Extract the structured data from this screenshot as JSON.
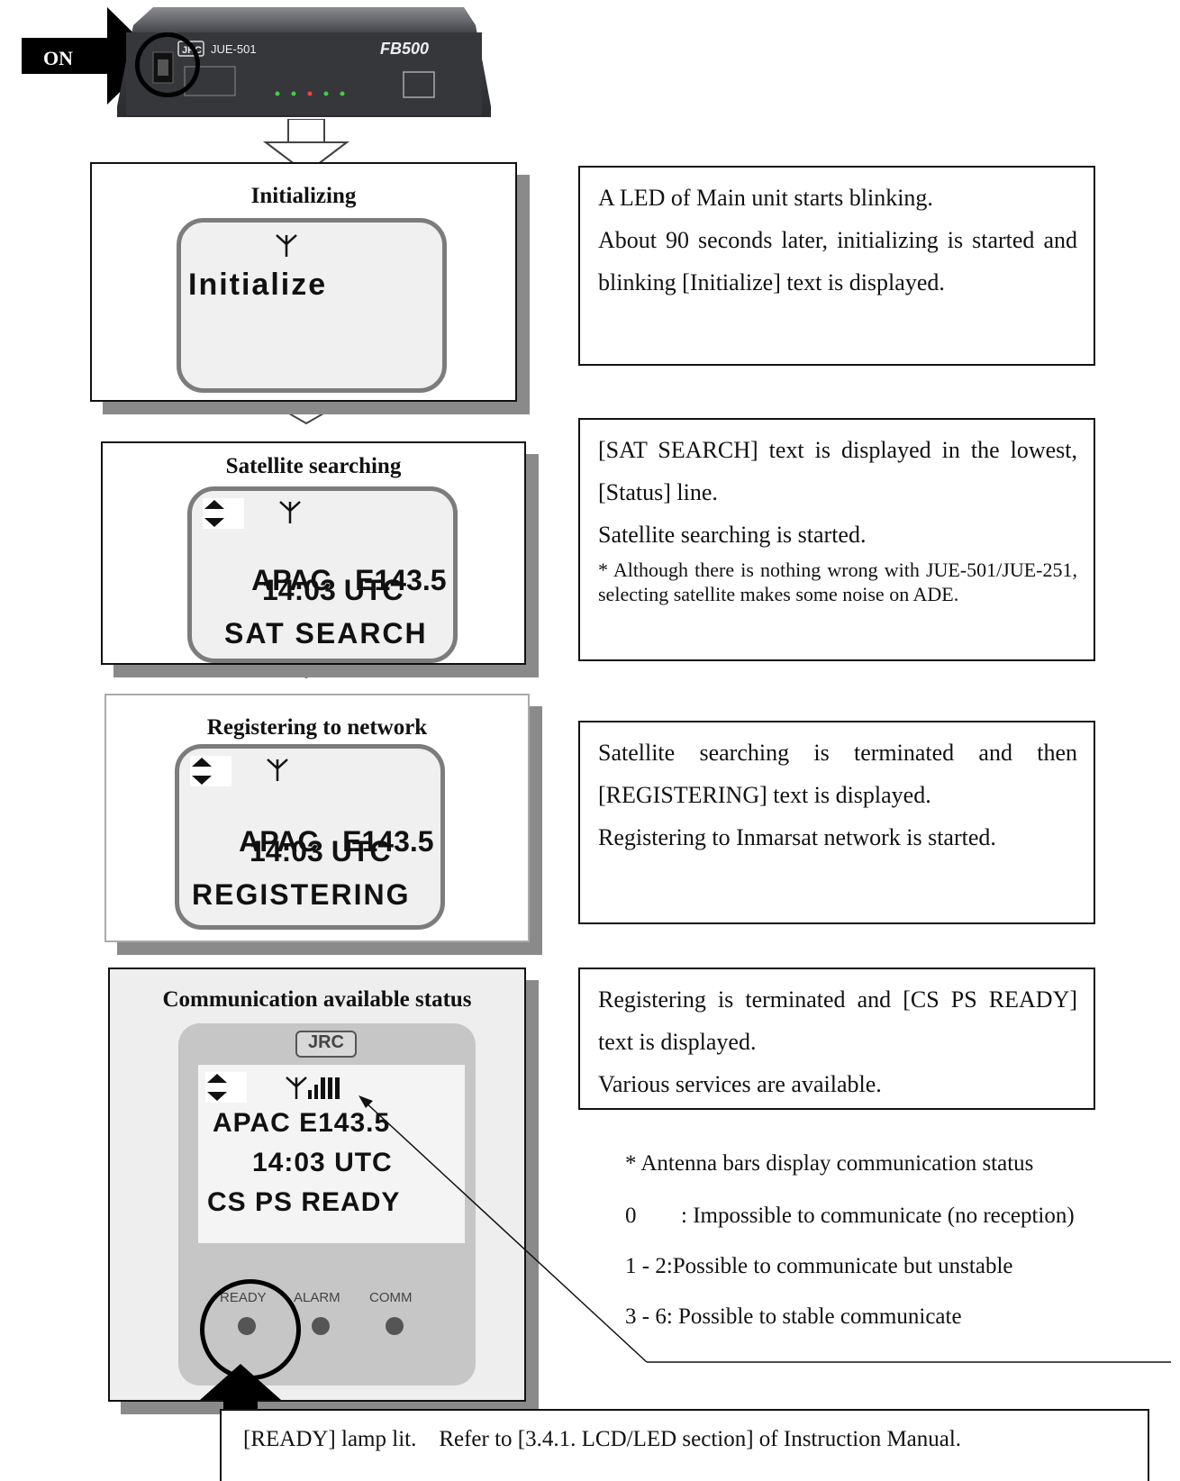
{
  "power": {
    "on_label": "ON"
  },
  "device": {
    "brand": "JRC",
    "model": "JUE-501",
    "product": "FB500"
  },
  "steps": [
    {
      "title": "Initializing",
      "lcd": {
        "line1": "Initialize"
      },
      "description": [
        "A LED of Main unit starts blinking.",
        "About 90 seconds later, initializing is started and blinking [Initialize] text is displayed."
      ]
    },
    {
      "title": "Satellite searching",
      "lcd": {
        "region": "APAC",
        "position": "E143.5",
        "time": "14:03 UTC",
        "status": "SAT SEARCH"
      },
      "description": [
        "[SAT SEARCH] text is displayed in the lowest, [Status] line.",
        "Satellite searching is started."
      ],
      "note": "* Although there is nothing wrong with JUE-501/JUE-251, selecting satellite makes some noise on ADE."
    },
    {
      "title": "Registering to network",
      "lcd": {
        "region": "APAC",
        "position": "E143.5",
        "time": "14:03 UTC",
        "status": "REGISTERING"
      },
      "description": [
        "Satellite searching is terminated and then [REGISTERING] text is displayed.",
        "Registering to Inmarsat network is started."
      ]
    },
    {
      "title": "Communication available status",
      "lcd": {
        "brand": "JRC",
        "line1": "APAC E143.5",
        "time": "14:03 UTC",
        "status": "CS PS READY"
      },
      "leds": [
        "READY",
        "ALARM",
        "COMM"
      ],
      "description": [
        "Registering is terminated and [CS PS READY] text is displayed.",
        "Various services are available."
      ]
    }
  ],
  "antenna_notes": {
    "heading": "* Antenna bars display communication status",
    "items": [
      {
        "key": "0",
        "text": ": Impossible to communicate (no reception)"
      },
      {
        "key": "1 - 2",
        "text": ":Possible to communicate but unstable"
      },
      {
        "key": "3 - 6",
        "text": ": Possible to stable communicate"
      }
    ]
  },
  "footer": {
    "text": "[READY] lamp lit.    Refer to [3.4.1. LCD/LED section] of Instruction Manual."
  }
}
